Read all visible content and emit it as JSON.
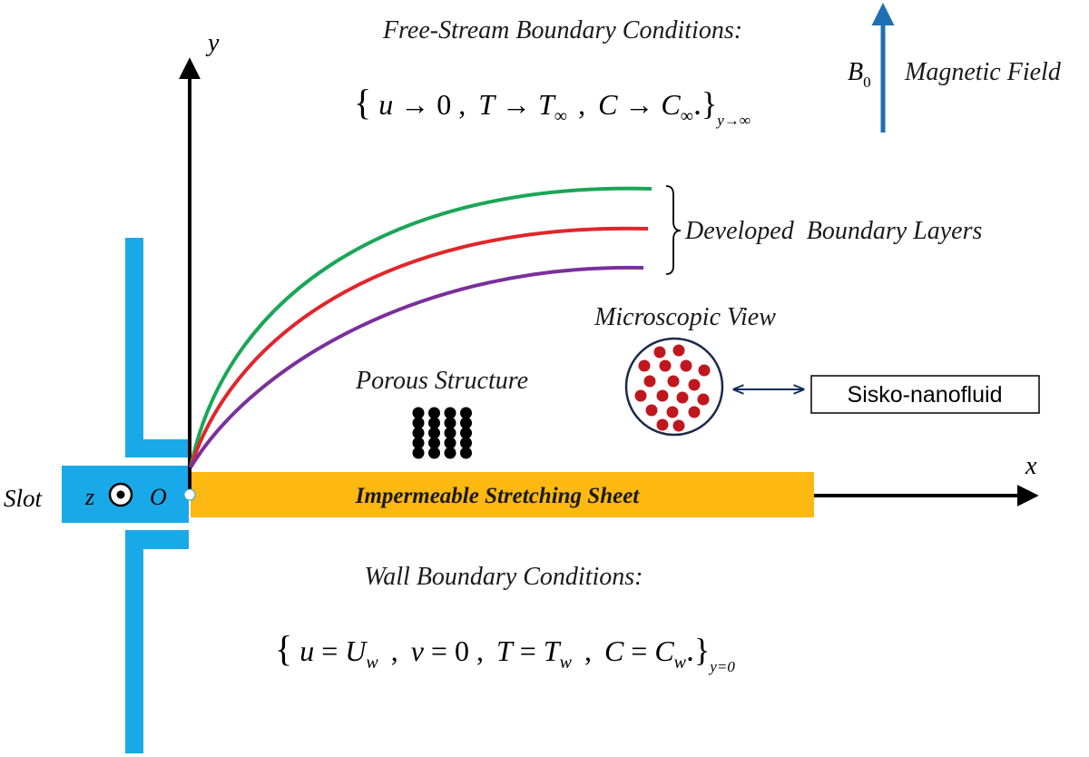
{
  "labels": {
    "free_stream_title": "Free-Stream Boundary Conditions:",
    "wall_title": "Wall Boundary Conditions:",
    "magnetic_symbol": "B",
    "magnetic_subscript": "0",
    "magnetic_label": "Magnetic Field",
    "boundary_layers": "Developed  Boundary Layers",
    "microscopic_view": "Microscopic View",
    "porous_structure": "Porous Structure",
    "nanofluid": "Sisko-nanofluid",
    "slot": "Slot",
    "z_axis": "z",
    "origin": "O",
    "x_axis": "x",
    "y_axis": "y",
    "sheet": "Impermeable Stretching Sheet"
  },
  "free_stream": {
    "open": "{",
    "u": "u",
    "arrow1": "→ 0 ,",
    "T": "T",
    "arrow2": "→",
    "Tinf": "T",
    "inf1": "∞",
    "comma": ",",
    "C": "C",
    "arrow3": "→",
    "Cinf": "C",
    "inf2": "∞",
    "close": ".}",
    "sub": "y→∞"
  },
  "wall": {
    "open": "{",
    "u": "u",
    "eq1": "=",
    "Uw": "U",
    "w1": "w",
    "c1": ",",
    "v": "v",
    "eq2": "= 0 ,",
    "T": "T",
    "eq3": "=",
    "Tw": "T",
    "w2": "w",
    "c2": ",",
    "C": "C",
    "eq4": "=",
    "Cw": "C",
    "w3": "w",
    "close": ".}",
    "sub": "y=0"
  },
  "colors": {
    "slot_blue": "#1aa9e8",
    "sheet_orange": "#fdb812",
    "field_arrow": "#1f6fb2",
    "curve_green": "#1aa657",
    "curve_red": "#e0262b",
    "curve_purple": "#7a2f9c",
    "particle_red": "#c0171f",
    "circle_border": "#1b2a4a",
    "double_arrow": "#0f2d5c"
  }
}
